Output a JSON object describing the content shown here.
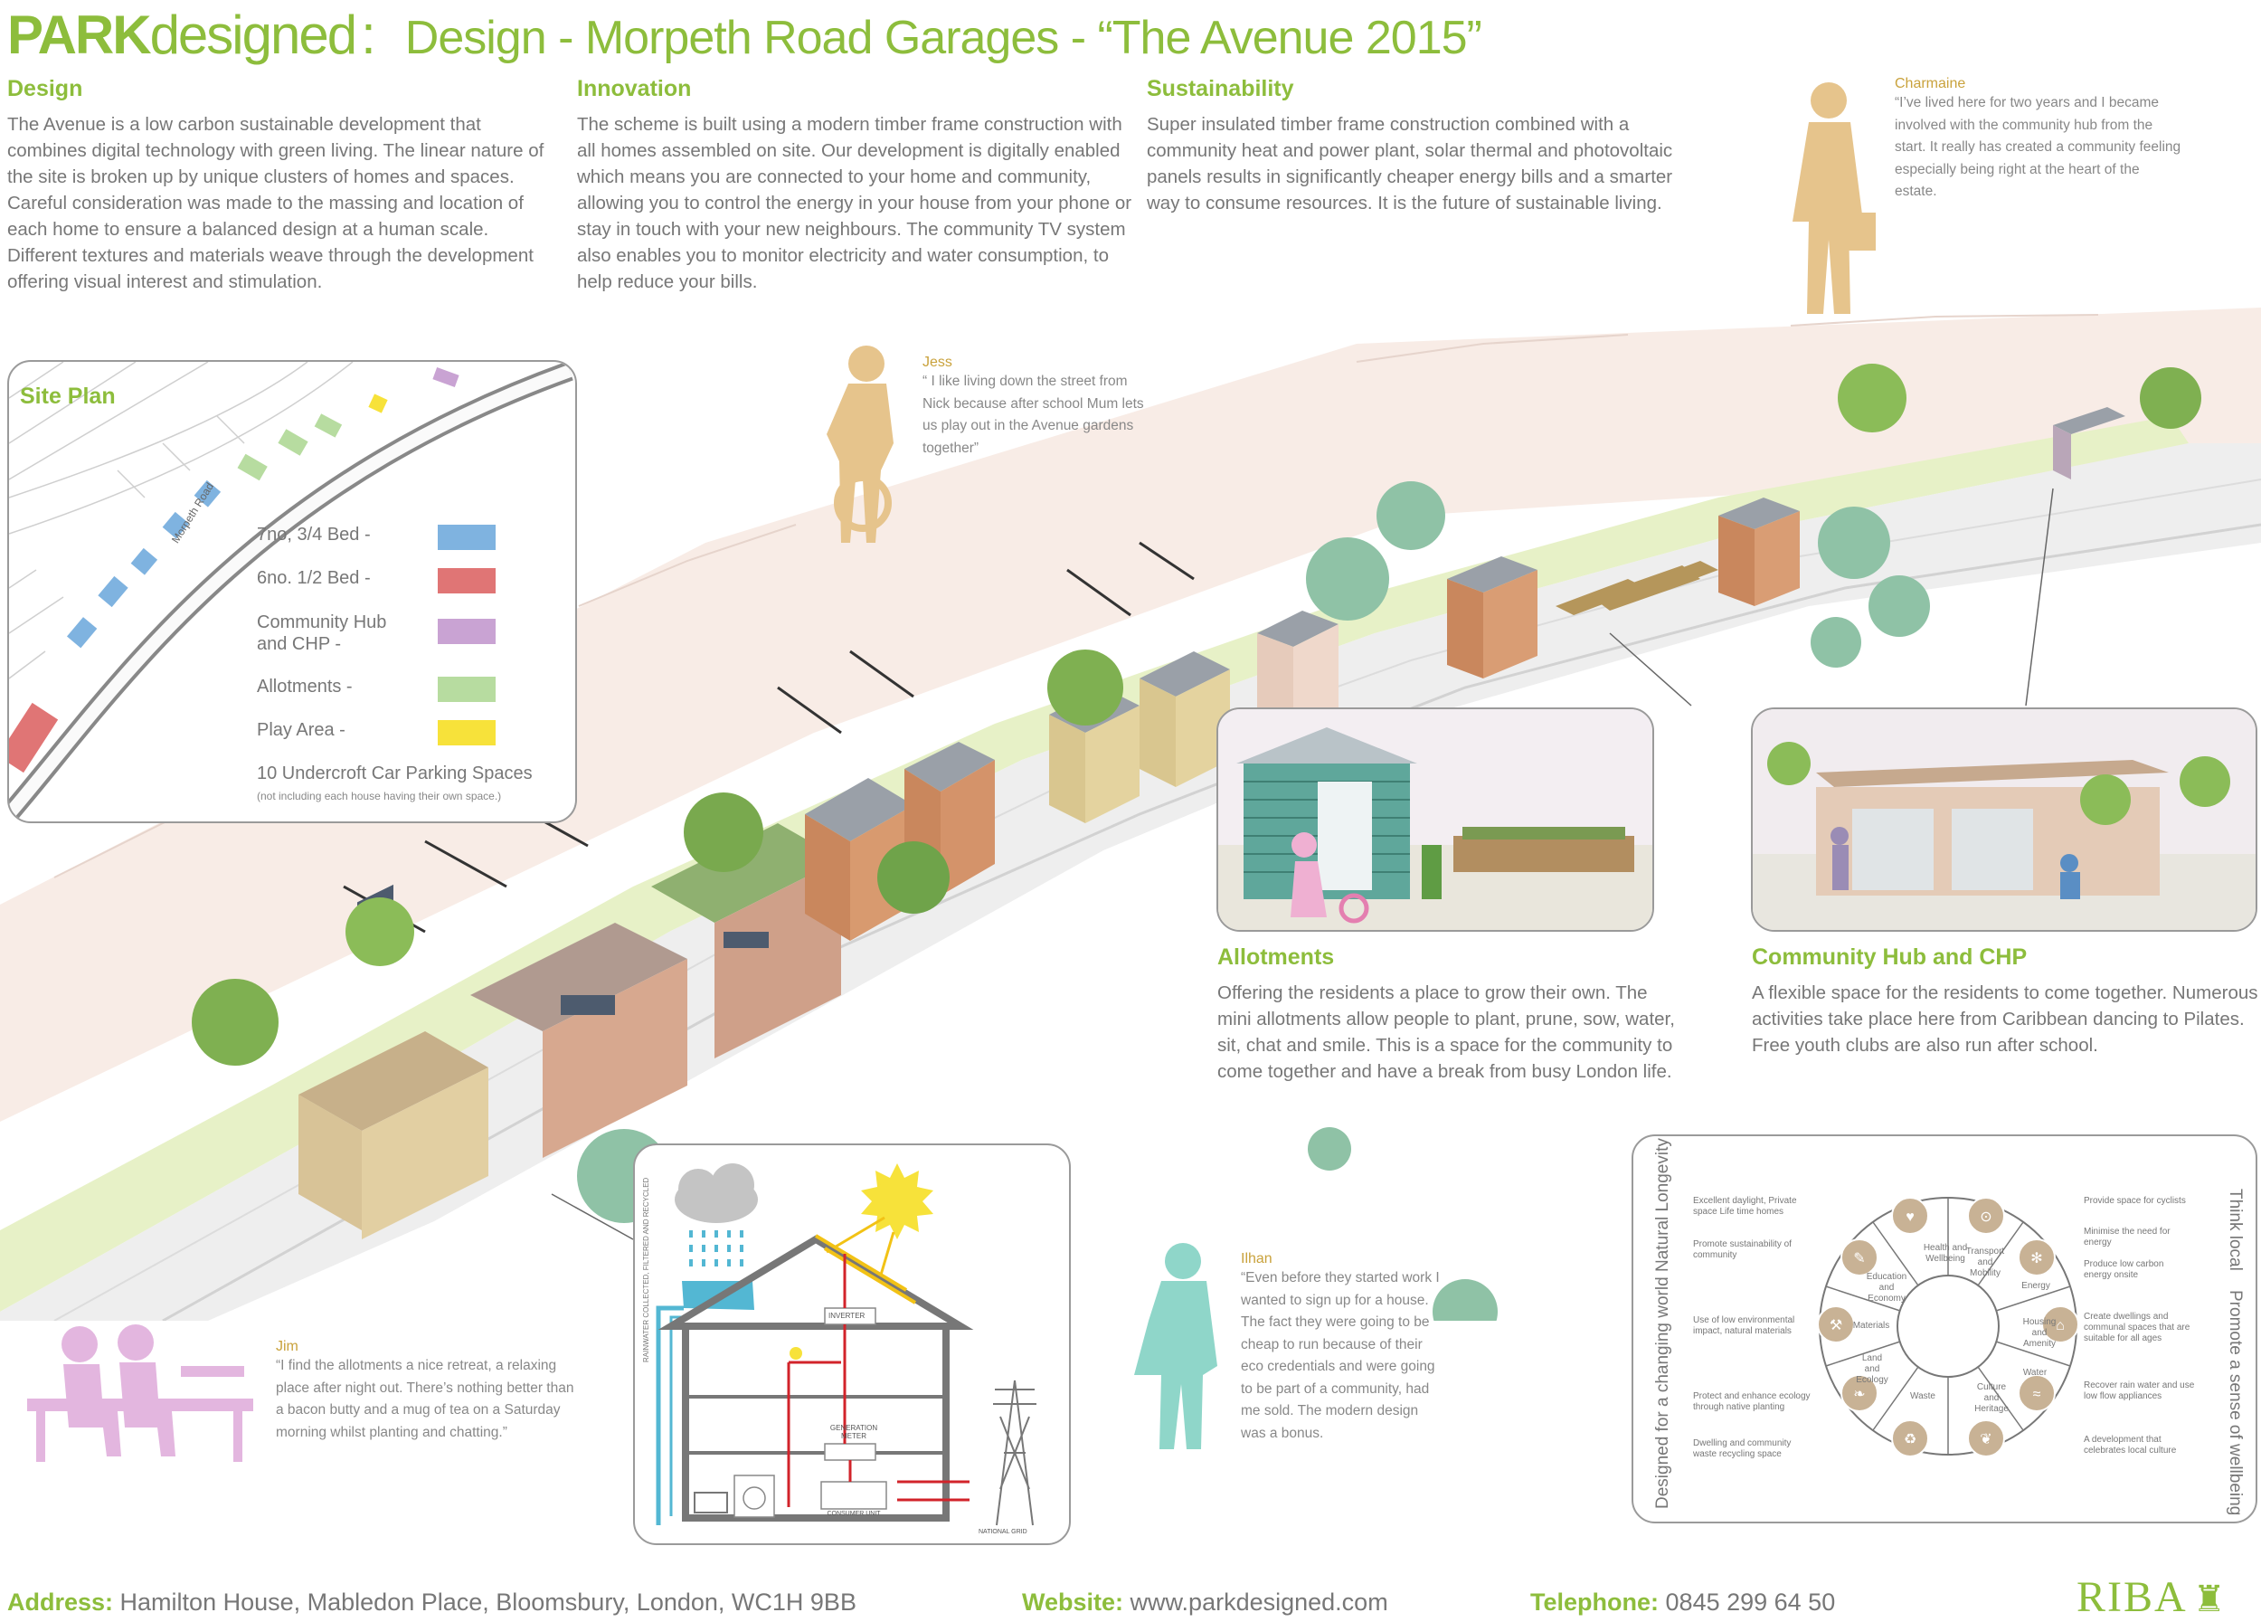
{
  "header": {
    "brand_bold": "PARK",
    "brand_light": "designed",
    "colon": ":",
    "title": "Design - Morpeth Road Garages - “The Avenue 2015”"
  },
  "intro": [
    {
      "heading": "Design",
      "text": "The Avenue is a low carbon sustainable development that combines digital technology with green living. The linear nature of the site is broken up by unique clusters of homes and spaces. Careful consideration was made to the massing and location of each home to ensure a balanced design at a human scale. Different textures and materials weave through the development offering visual interest and stimulation."
    },
    {
      "heading": "Innovation",
      "text": "The scheme is built using a modern timber frame construction with all homes assembled on site. Our development is digitally enabled which means you are connected to your home and community, allowing you to control the energy in your house from your phone or stay in touch with your new neighbours. The community TV system also enables you to monitor electricity and water consumption, to help reduce your bills."
    },
    {
      "heading": "Sustainability",
      "text": "Super insulated timber frame construction combined with a community heat and power plant, solar thermal and photovoltaic panels results in significantly cheaper energy bills and a smarter way to consume resources. It is the future of sustainable living."
    }
  ],
  "quotes": {
    "charmaine": {
      "name": "Charmaine",
      "text": "“I’ve lived here for two years and I became involved with the community hub from the start. It really has created a community feeling especially being right at the heart of the estate."
    },
    "jess": {
      "name": "Jess",
      "text": "“ I like living down the street from Nick because after school Mum lets us play out in the Avenue gardens together”"
    },
    "jim": {
      "name": "Jim",
      "text": "“I find the allotments a nice retreat, a relaxing place after night out. There’s nothing better than a bacon butty and a mug of tea on a Saturday morning whilst planting and chatting.”"
    },
    "ilhan": {
      "name": "Ilhan",
      "text": "“Even before they started work I wanted to sign up for a house. The fact they were going to be cheap to run because of their eco credentials and were going to be part of a community, had me sold. The modern design was a bonus."
    }
  },
  "site_plan": {
    "title": "Site Plan",
    "road_label": "Morpeth Road",
    "legend": [
      {
        "label": "7no, 3/4 Bed -",
        "color": "#7fb3e0"
      },
      {
        "label": "6no. 1/2 Bed -",
        "color": "#e07575"
      },
      {
        "label": "Community Hub and CHP -",
        "color": "#c9a3d3"
      },
      {
        "label": "Allotments -",
        "color": "#b7dca0"
      },
      {
        "label": "Play Area -",
        "color": "#f7e23a"
      }
    ],
    "parking": "10 Undercroft Car Parking Spaces",
    "parking_note": "(not including each house having their own space.)"
  },
  "allotments": {
    "heading": "Allotments",
    "text": "Offering the residents a place to grow their own. The mini allotments allow people to plant, prune, sow, water, sit, chat and smile. This is a space for the community to come together and have a break from busy London life."
  },
  "hub": {
    "heading": "Community Hub and CHP",
    "text": "A flexible space for the residents to come together. Numerous activities take place here from Caribbean dancing to Pilates. Free youth clubs are also run after school."
  },
  "energy": {
    "rain_label": "RAINWATER COLLECTED, FILTERED AND RECYCLED",
    "inverter": "INVERTER",
    "meter": "GENERATION METER",
    "consumer": "CONSUMER UNIT",
    "grid": "NATIONAL GRID"
  },
  "wheel": {
    "segments": [
      "Health and Wellbeing",
      "Transport and Mobility",
      "Energy",
      "Housing and Amenity",
      "Water",
      "Culture and Heritage",
      "Waste",
      "Land and Ecology",
      "Materials",
      "Education and Economy"
    ],
    "left_notes": [
      "Excellent daylight, Private space Life time homes",
      "Promote sustainability of community",
      "Use of low environmental impact, natural materials",
      "Protect and enhance ecology through native planting",
      "Dwelling and community waste recycling space"
    ],
    "right_notes": [
      "Provide space for cyclists",
      "Minimise the need for energy",
      "Produce low carbon energy onsite",
      "Create dwellings and communal spaces that are suitable for all ages",
      "Recover rain water and use low flow appliances",
      "A development that celebrates local culture"
    ],
    "side_left_top": "Natural Longevity",
    "side_left_bottom": "Designed for a changing world",
    "side_right_top": "Think local",
    "side_right_bottom": "Promote a sense of wellbeing"
  },
  "footer": {
    "address_label": "Address:",
    "address": "Hamilton House, Mabledon Place, Bloomsbury, London, WC1H 9BB",
    "website_label": "Website:",
    "website": "www.parkdesigned.com",
    "phone_label": "Telephone:",
    "phone": "0845 299 64 50",
    "riba": "RIBA"
  },
  "colors": {
    "brand_green": "#8dbd3c",
    "silhouette_gold": "#e6c48c",
    "silhouette_pink": "#e3b6df",
    "silhouette_teal": "#8fd6c9"
  }
}
